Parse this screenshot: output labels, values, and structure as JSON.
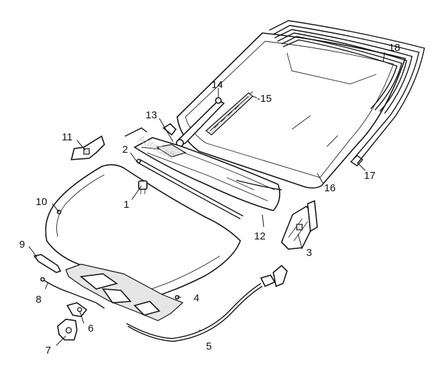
{
  "callouts": [
    {
      "id": "1",
      "text": "1"
    },
    {
      "id": "2",
      "text": "2"
    },
    {
      "id": "3",
      "text": "3"
    },
    {
      "id": "4",
      "text": "4"
    },
    {
      "id": "5",
      "text": "5"
    },
    {
      "id": "6",
      "text": "6"
    },
    {
      "id": "7",
      "text": "7"
    },
    {
      "id": "8",
      "text": "8"
    },
    {
      "id": "9",
      "text": "9"
    },
    {
      "id": "10",
      "text": "10"
    },
    {
      "id": "11",
      "text": "11"
    },
    {
      "id": "12",
      "text": "12"
    },
    {
      "id": "13",
      "text": "13"
    },
    {
      "id": "14",
      "text": "14"
    },
    {
      "id": "15",
      "text": "-15"
    },
    {
      "id": "16",
      "text": "16"
    },
    {
      "id": "17",
      "text": "17"
    },
    {
      "id": "18",
      "text": "18"
    }
  ],
  "watermark": "AutoSoft",
  "colors": {
    "line": "#111111",
    "watermark": "#bfbfbf",
    "background": "#ffffff"
  }
}
